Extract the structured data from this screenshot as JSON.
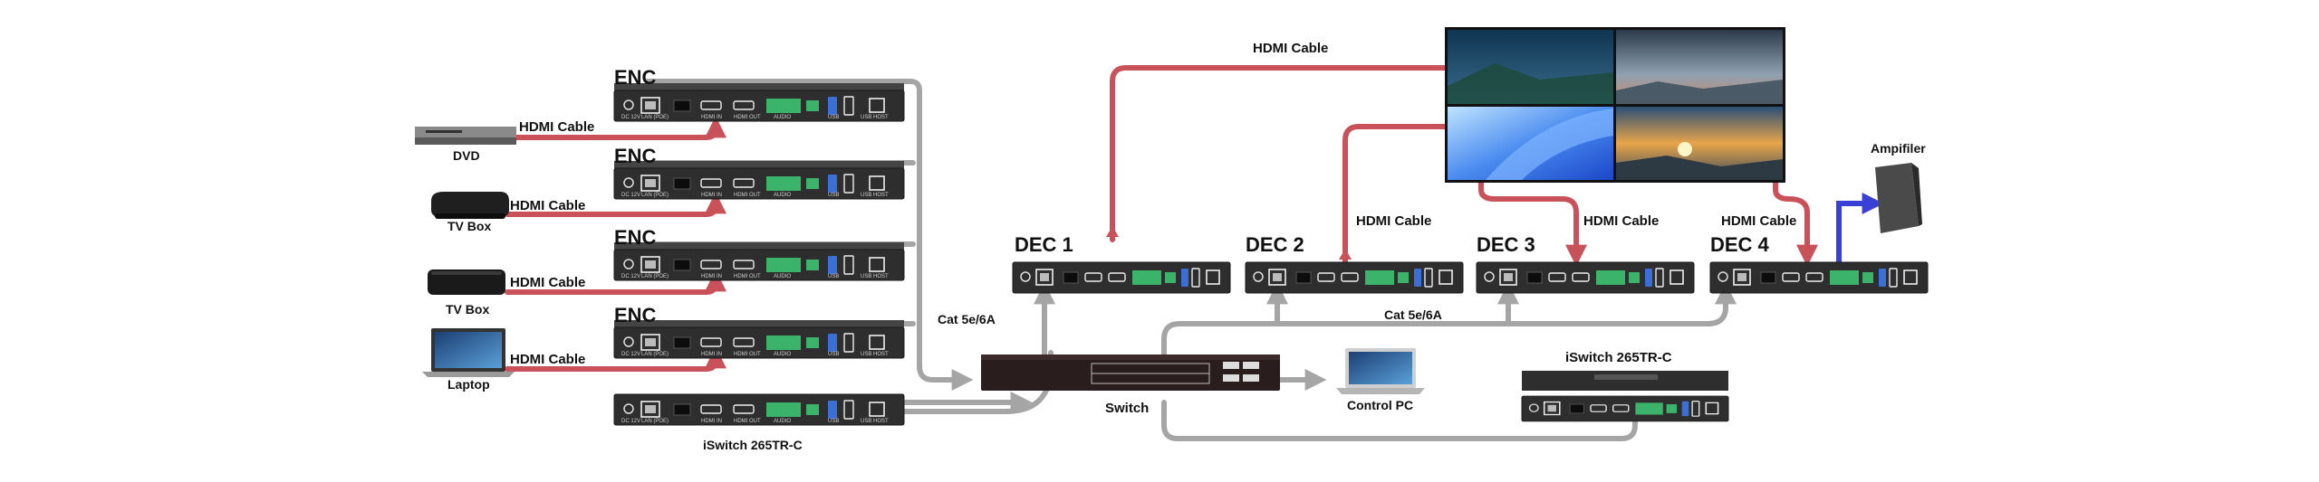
{
  "encoders": [
    {
      "label": "ENC"
    },
    {
      "label": "ENC"
    },
    {
      "label": "ENC"
    },
    {
      "label": "ENC"
    }
  ],
  "sources": [
    {
      "name": "DVD",
      "cable": "HDMI Cable",
      "icon": "dvd-player-icon"
    },
    {
      "name": "TV Box",
      "cable": "HDMI Cable",
      "icon": "tv-box-icon"
    },
    {
      "name": "TV Box",
      "cable": "HDMI Cable",
      "icon": "tv-box-icon"
    },
    {
      "name": "Laptop",
      "cable": "HDMI Cable",
      "icon": "laptop-icon"
    }
  ],
  "decoders": [
    {
      "label": "DEC 1"
    },
    {
      "label": "DEC 2"
    },
    {
      "label": "DEC 3"
    },
    {
      "label": "DEC 4"
    }
  ],
  "hdmi_labels": {
    "top": "HDMI Cable",
    "dec2": "HDMI Cable",
    "dec3": "HDMI Cable",
    "dec4": "HDMI Cable"
  },
  "network": {
    "cat_left": "Cat  5e/6A",
    "cat_right": "Cat  5e/6A",
    "switch_label": "Switch",
    "control_pc_label": "Control PC",
    "iswitch_bottom_label": "iSwitch 265TR-C",
    "iswitch_right_label": "iSwitch 265TR-C"
  },
  "amplifier": {
    "label": "Ampifiler"
  },
  "colors": {
    "hdmi": "#c9525a",
    "cat": "#a5a5a5",
    "audio": "#3a3fd6",
    "device": "#2e2e2e",
    "terminal": "#3bb36b"
  }
}
